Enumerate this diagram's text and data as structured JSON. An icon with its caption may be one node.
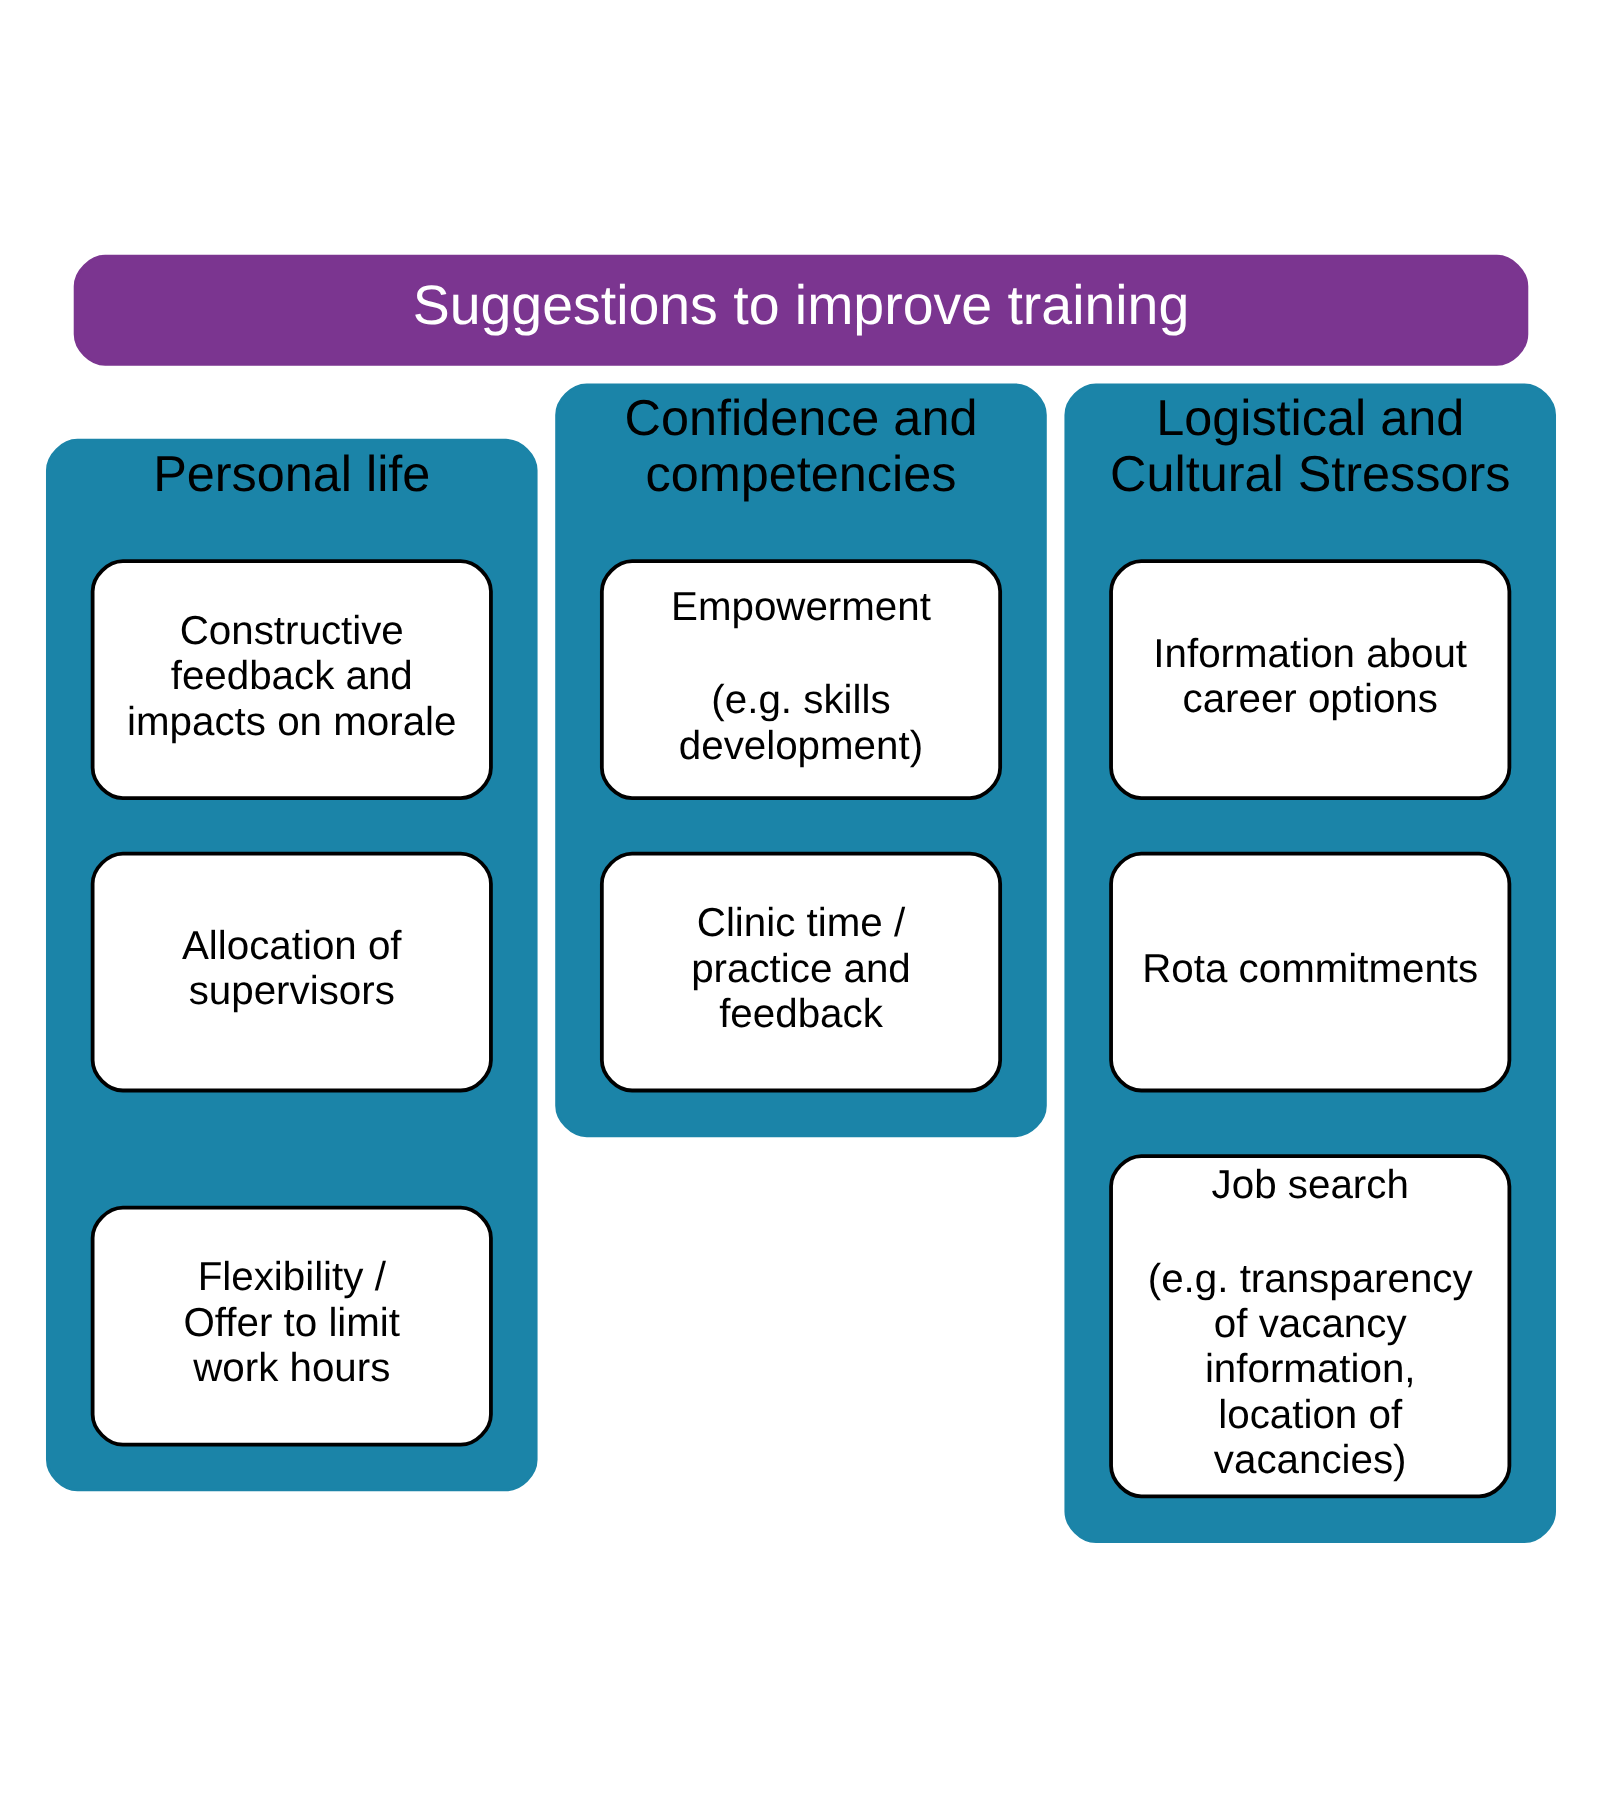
{
  "diagram": {
    "nodes": [
      {
        "text": [
          "Suggestions to improve training"
        ]
      },
      {
        "text": [
          "Personal life"
        ]
      },
      {
        "text": [
          "Constructive feedback and impacts on morale"
        ],
        "in": 1
      },
      {
        "text": [
          "Allocation of supervisors"
        ],
        "in": 1
      },
      {
        "text": [
          "Flexibility / Offer to limit work hours"
        ],
        "in": 1
      },
      {
        "text": [
          "Confidence and competencies"
        ]
      },
      {
        "text": [
          "Empowerment",
          "(e.g. skills development)"
        ],
        "in": 5
      },
      {
        "text": [
          "Clinic time / practice and feedback"
        ],
        "in": 5
      },
      {
        "text": [
          "Logistical and Cultural Stressors"
        ]
      },
      {
        "text": [
          "Information about career options"
        ],
        "in": 8
      },
      {
        "text": [
          "Rota commitments"
        ],
        "in": 8
      },
      {
        "text": [
          "Job search",
          "(e.g. transparency of vacancy information, location of vacancies)"
        ],
        "in": 8
      }
    ]
  }
}
